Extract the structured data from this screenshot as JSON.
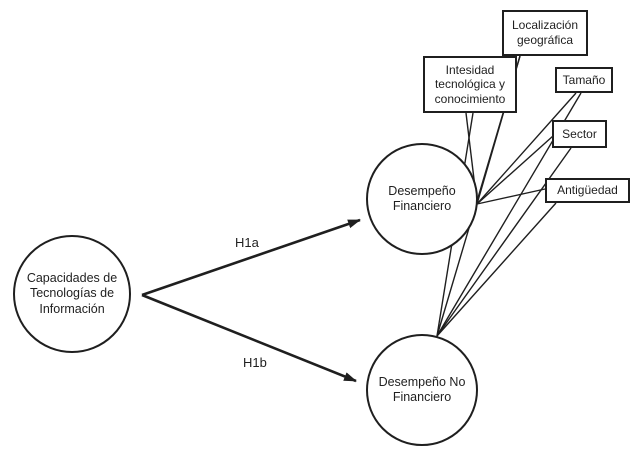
{
  "figure": {
    "colors": {
      "background": "#ffffff",
      "ink": "#1f1f1f"
    },
    "nodes": {
      "capacidades_ti": {
        "label": "Capacidades de Tecnologías de Información",
        "shape": "circle"
      },
      "desempeno_financiero": {
        "label": "Desempeño Financiero",
        "shape": "circle"
      },
      "desempeno_no_financiero": {
        "label": "Desempeño No Financiero",
        "shape": "circle"
      },
      "localizacion_geografica": {
        "label": "Localización geográfica",
        "shape": "rect"
      },
      "intensidad_tecnologica": {
        "label": "Intesidad tecnológica y conocimiento",
        "shape": "rect"
      },
      "tamano": {
        "label": "Tamaño",
        "shape": "rect"
      },
      "sector": {
        "label": "Sector",
        "shape": "rect"
      },
      "antiguedad": {
        "label": "Antigüedad",
        "shape": "rect"
      }
    },
    "edges": [
      {
        "from": "capacidades_ti",
        "to": "desempeno_financiero",
        "label": "H1a",
        "style": "arrow"
      },
      {
        "from": "capacidades_ti",
        "to": "desempeno_no_financiero",
        "label": "H1b",
        "style": "arrow"
      },
      {
        "from": "localizacion_geografica",
        "to": "desempeno_financiero",
        "style": "line"
      },
      {
        "from": "localizacion_geografica",
        "to": "desempeno_no_financiero",
        "style": "line"
      },
      {
        "from": "intensidad_tecnologica",
        "to": "desempeno_financiero",
        "style": "line"
      },
      {
        "from": "intensidad_tecnologica",
        "to": "desempeno_no_financiero",
        "style": "line"
      },
      {
        "from": "tamano",
        "to": "desempeno_financiero",
        "style": "line"
      },
      {
        "from": "tamano",
        "to": "desempeno_no_financiero",
        "style": "line"
      },
      {
        "from": "sector",
        "to": "desempeno_financiero",
        "style": "line"
      },
      {
        "from": "sector",
        "to": "desempeno_no_financiero",
        "style": "line"
      },
      {
        "from": "antiguedad",
        "to": "desempeno_financiero",
        "style": "line"
      },
      {
        "from": "antiguedad",
        "to": "desempeno_no_financiero",
        "style": "line"
      }
    ]
  }
}
